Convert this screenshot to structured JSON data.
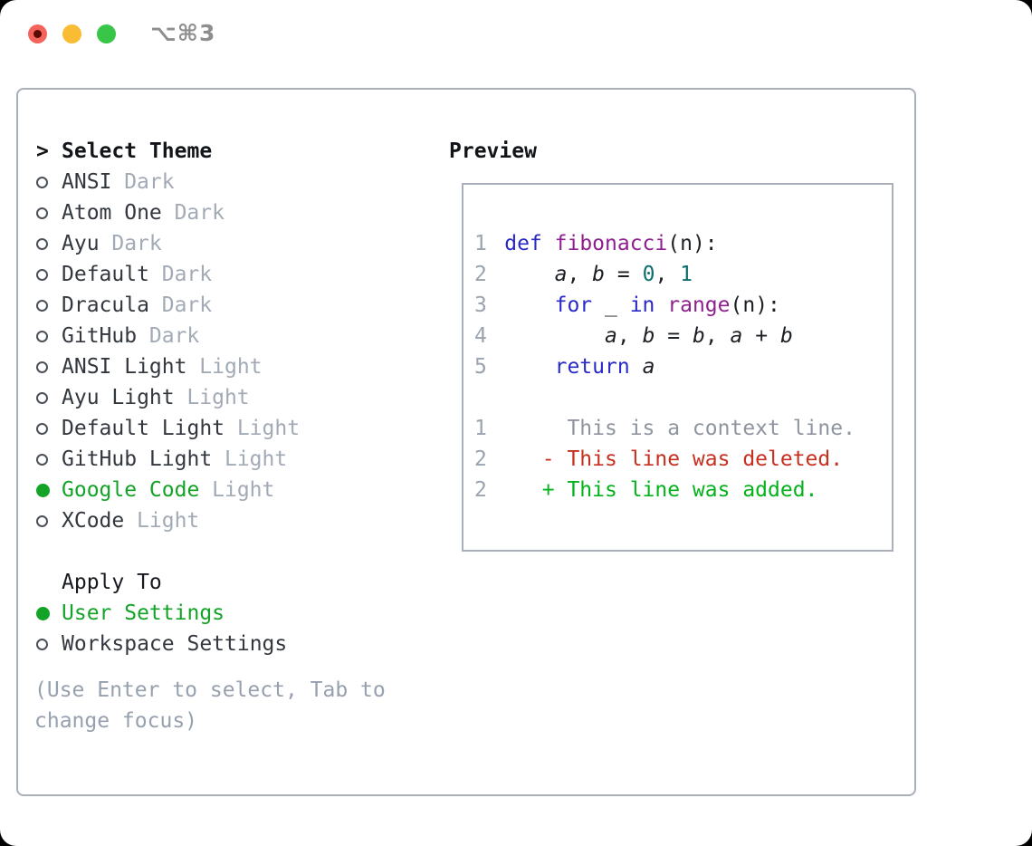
{
  "window": {
    "title": "⌥⌘3",
    "traffic_lights": {
      "close": "close",
      "minimize": "minimize",
      "zoom": "zoom"
    }
  },
  "theme_panel": {
    "prompt": ">",
    "heading": "Select Theme",
    "items": [
      {
        "name": "ANSI",
        "variant": "Dark",
        "selected": false
      },
      {
        "name": "Atom One",
        "variant": "Dark",
        "selected": false
      },
      {
        "name": "Ayu",
        "variant": "Dark",
        "selected": false
      },
      {
        "name": "Default",
        "variant": "Dark",
        "selected": false
      },
      {
        "name": "Dracula",
        "variant": "Dark",
        "selected": false
      },
      {
        "name": "GitHub",
        "variant": "Dark",
        "selected": false
      },
      {
        "name": "ANSI Light",
        "variant": "Light",
        "selected": false
      },
      {
        "name": "Ayu Light",
        "variant": "Light",
        "selected": false
      },
      {
        "name": "Default Light",
        "variant": "Light",
        "selected": false
      },
      {
        "name": "GitHub Light",
        "variant": "Light",
        "selected": false
      },
      {
        "name": "Google Code",
        "variant": "Light",
        "selected": true
      },
      {
        "name": "XCode",
        "variant": "Light",
        "selected": false
      }
    ]
  },
  "apply_panel": {
    "heading": "Apply To",
    "items": [
      {
        "name": "User Settings",
        "selected": true
      },
      {
        "name": "Workspace Settings",
        "selected": false
      }
    ]
  },
  "hint": "(Use Enter to select, Tab to change focus)",
  "preview": {
    "heading": "Preview",
    "code_lines": [
      {
        "num": "1",
        "segments": [
          {
            "t": "def",
            "c": "keyword"
          },
          {
            "t": " ",
            "c": "plain"
          },
          {
            "t": "fibonacci",
            "c": "function"
          },
          {
            "t": "(n):",
            "c": "plain"
          }
        ]
      },
      {
        "num": "2",
        "segments": [
          {
            "t": "    ",
            "c": "plain"
          },
          {
            "t": "a",
            "c": "variable"
          },
          {
            "t": ", ",
            "c": "plain"
          },
          {
            "t": "b",
            "c": "variable"
          },
          {
            "t": " = ",
            "c": "plain"
          },
          {
            "t": "0",
            "c": "number"
          },
          {
            "t": ", ",
            "c": "plain"
          },
          {
            "t": "1",
            "c": "number"
          }
        ]
      },
      {
        "num": "3",
        "segments": [
          {
            "t": "    ",
            "c": "plain"
          },
          {
            "t": "for",
            "c": "keyword"
          },
          {
            "t": " _ ",
            "c": "plain"
          },
          {
            "t": "in",
            "c": "keyword"
          },
          {
            "t": " ",
            "c": "plain"
          },
          {
            "t": "range",
            "c": "function"
          },
          {
            "t": "(n):",
            "c": "plain"
          }
        ]
      },
      {
        "num": "4",
        "segments": [
          {
            "t": "        ",
            "c": "plain"
          },
          {
            "t": "a",
            "c": "variable"
          },
          {
            "t": ", ",
            "c": "plain"
          },
          {
            "t": "b",
            "c": "variable"
          },
          {
            "t": " = ",
            "c": "plain"
          },
          {
            "t": "b",
            "c": "variable"
          },
          {
            "t": ", ",
            "c": "plain"
          },
          {
            "t": "a",
            "c": "variable"
          },
          {
            "t": " + ",
            "c": "plain"
          },
          {
            "t": "b",
            "c": "variable"
          }
        ]
      },
      {
        "num": "5",
        "segments": [
          {
            "t": "    ",
            "c": "plain"
          },
          {
            "t": "return",
            "c": "keyword"
          },
          {
            "t": " ",
            "c": "plain"
          },
          {
            "t": "a",
            "c": "variable"
          }
        ]
      }
    ],
    "diff_lines": [
      {
        "num": "1",
        "segments": [
          {
            "t": "     This is a context line.",
            "c": "context"
          }
        ]
      },
      {
        "num": "2",
        "segments": [
          {
            "t": "   - This line was deleted.",
            "c": "deleted"
          }
        ]
      },
      {
        "num": "2",
        "segments": [
          {
            "t": "   + This line was added.",
            "c": "added"
          }
        ]
      }
    ]
  },
  "colors": {
    "ui_green": "#13a327",
    "list_text": "#33383f",
    "muted_text": "#a2aab6",
    "keyword": "#2929c8",
    "function": "#8e1f8e",
    "number": "#0d6e6e",
    "plain": "#1c1f24",
    "variable": "#1c1f24",
    "line_number": "#9aa3b0",
    "context": "#8f959f",
    "deleted": "#c7301f",
    "added": "#04b31c",
    "traffic_red": "#f4645c",
    "traffic_yellow": "#f8bc35",
    "traffic_green": "#37c648",
    "border": "#a9b0ba"
  }
}
